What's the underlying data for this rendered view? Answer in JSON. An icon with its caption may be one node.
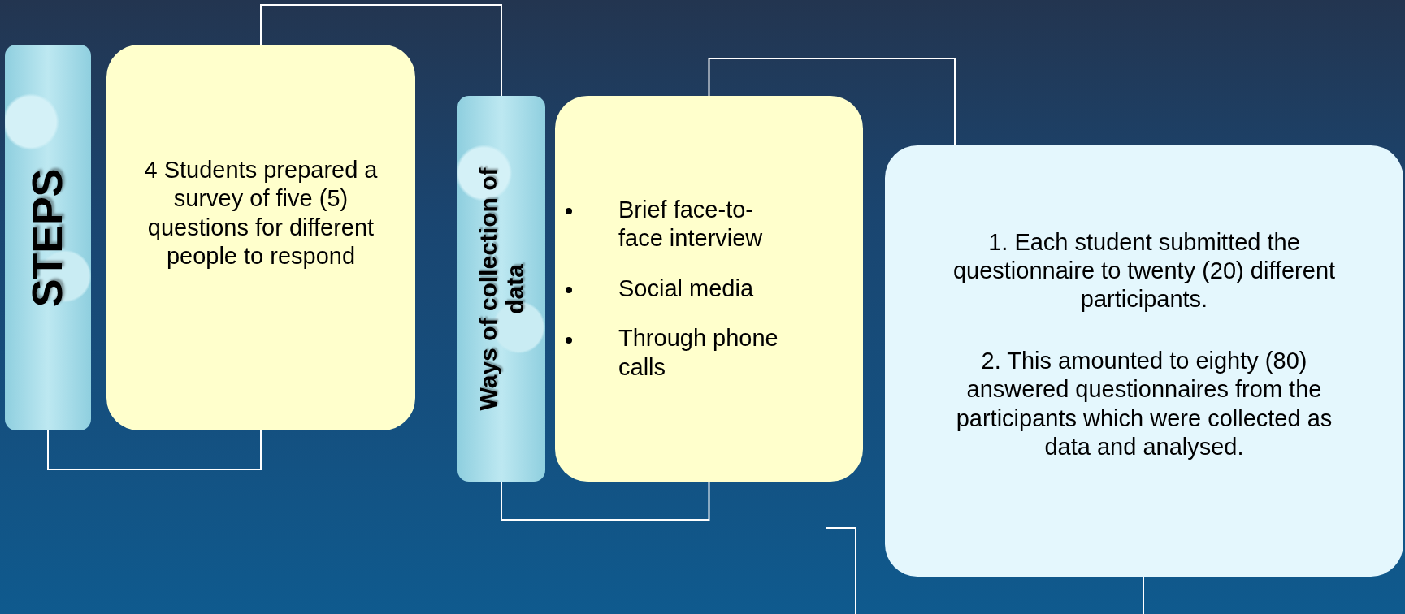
{
  "diagram": {
    "nodes": [
      {
        "text": [
          "STEPS"
        ]
      },
      {
        "text": [
          "4 Students prepared a survey of five (5) questions for different people to respond"
        ]
      },
      {
        "text": [
          "Ways of collection of data"
        ]
      },
      {
        "text": [
          "Brief face-to-face interview",
          "Social media",
          "Through phone calls"
        ]
      },
      {
        "text": [
          "1. Each student submitted the questionnaire to twenty (20) different participants.",
          "2. This amounted to eighty (80) answered questionnaires from the participants which were collected as data and analysed."
        ]
      }
    ],
    "edges": [
      {
        "from": 0,
        "to": 1,
        "arrow": "none"
      },
      {
        "from": 1,
        "to": 2,
        "arrow": "none"
      },
      {
        "from": 2,
        "to": 3,
        "arrow": "none"
      },
      {
        "from": 3,
        "to": 4,
        "arrow": "none"
      },
      {
        "from": 4,
        "to": null,
        "arrow": "none"
      }
    ]
  }
}
